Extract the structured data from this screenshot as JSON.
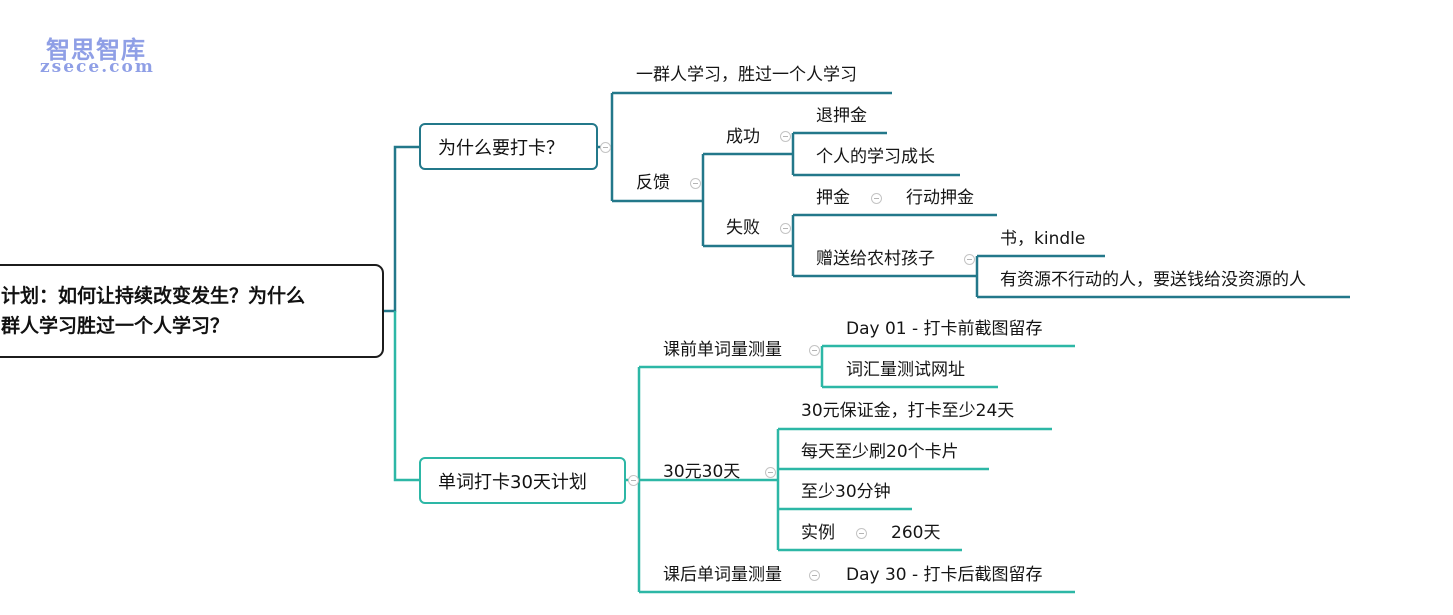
{
  "watermark": {
    "cn": "智思智库",
    "en": "zsece.com"
  },
  "root": {
    "line1": "计划：如何让持续改变发生？为什么",
    "line2": "群人学习胜过一个人学习？"
  },
  "branch_why": {
    "title": "为什么要打卡？",
    "group_learning": "一群人学习，胜过一个人学习",
    "feedback": {
      "label": "反馈",
      "success": {
        "label": "成功",
        "items": [
          "退押金",
          "个人的学习成长"
        ]
      },
      "failure": {
        "label": "失败",
        "deposit": {
          "label": "押金",
          "child": "行动押金"
        },
        "donate": {
          "label": "赠送给农村孩子",
          "items": [
            "书，kindle",
            "有资源不行动的人，要送钱给没资源的人"
          ]
        }
      }
    }
  },
  "branch_plan": {
    "title": "单词打卡30天计划",
    "pre_test": {
      "label": "课前单词量测量",
      "items": [
        "Day 01 - 打卡前截图留存",
        "词汇量测试网址"
      ]
    },
    "thirty": {
      "label": "30元30天",
      "items": [
        "30元保证金，打卡至少24天",
        "每天至少刷20个卡片",
        "至少30分钟"
      ],
      "example": {
        "label": "实例",
        "child": "260天"
      }
    },
    "post_test": {
      "label": "课后单词量测量",
      "child": "Day 30 - 打卡后截图留存"
    }
  },
  "colors": {
    "root_border": "#1c1c1c",
    "branch_why": "#23788a",
    "branch_plan": "#2db7a6",
    "watermark": "#8f9fe6",
    "collapse_icon": "#c4c4c4"
  }
}
